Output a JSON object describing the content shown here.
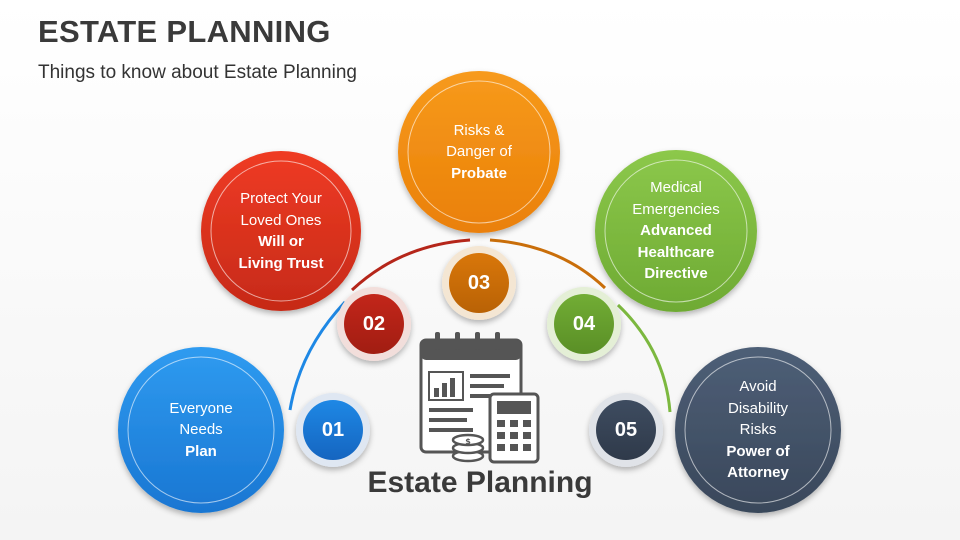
{
  "header": {
    "title": "ESTATE PLANNING",
    "subtitle": "Things to know about Estate Planning"
  },
  "center": {
    "label": "Estate Planning",
    "icon": "calendar-calculator-icon"
  },
  "colors": {
    "item1": "#1E88E5",
    "item2": "#D32F1F",
    "item3": "#F08A0B",
    "item4": "#7CB83F",
    "item5": "#44546A"
  },
  "items": [
    {
      "number": "01",
      "lines": [
        "Everyone",
        "Needs"
      ],
      "bold": [
        "Plan"
      ]
    },
    {
      "number": "02",
      "lines": [
        "Protect Your",
        "Loved Ones"
      ],
      "bold": [
        "Will or",
        "Living Trust"
      ]
    },
    {
      "number": "03",
      "lines": [
        "Risks &",
        "Danger of"
      ],
      "bold": [
        "Probate"
      ]
    },
    {
      "number": "04",
      "lines": [
        "Medical",
        "Emergencies"
      ],
      "bold": [
        "Advanced",
        "Healthcare",
        "Directive"
      ]
    },
    {
      "number": "05",
      "lines": [
        "Avoid",
        "Disability",
        "Risks"
      ],
      "bold": [
        "Power of",
        "Attorney"
      ]
    }
  ]
}
